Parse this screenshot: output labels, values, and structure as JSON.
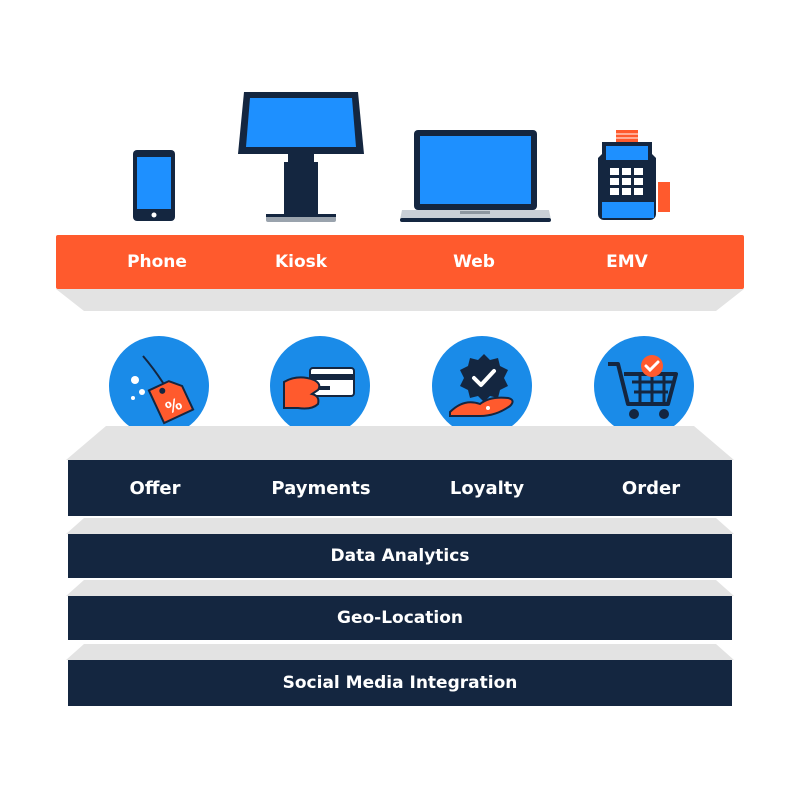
{
  "colors": {
    "orange": "#ff5a2d",
    "navy": "#142640",
    "blue": "#1a8be8",
    "screen": "#1e90ff",
    "shelf": "#e3e3e3"
  },
  "channels": [
    {
      "label": "Phone",
      "icon": "phone-icon"
    },
    {
      "label": "Kiosk",
      "icon": "kiosk-icon"
    },
    {
      "label": "Web",
      "icon": "laptop-icon"
    },
    {
      "label": "EMV",
      "icon": "card-terminal-icon"
    }
  ],
  "services": [
    {
      "label": "Offer",
      "icon": "discount-tag-icon"
    },
    {
      "label": "Payments",
      "icon": "credit-card-hand-icon"
    },
    {
      "label": "Loyalty",
      "icon": "badge-hand-icon"
    },
    {
      "label": "Order",
      "icon": "shopping-cart-icon"
    }
  ],
  "layers": [
    {
      "label": "Data Analytics"
    },
    {
      "label": "Geo-Location"
    },
    {
      "label": "Social Media Integration"
    }
  ]
}
